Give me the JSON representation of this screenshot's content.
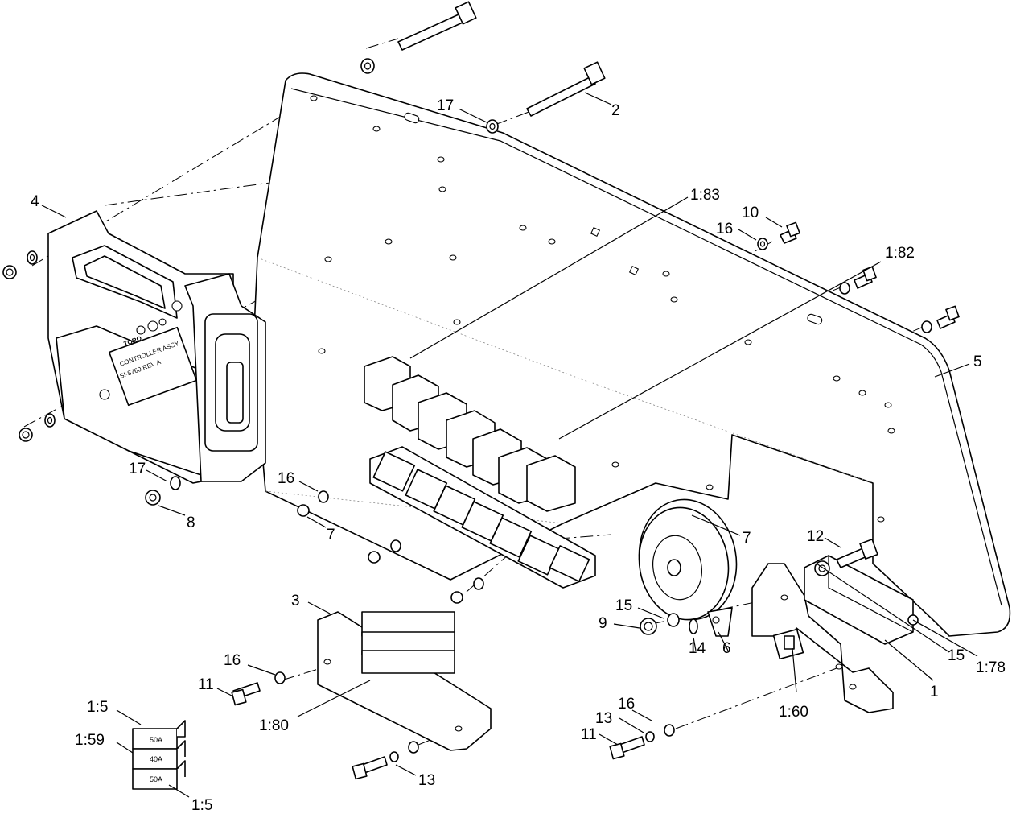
{
  "callouts": {
    "c2": "2",
    "c17_top": "17",
    "c4": "4",
    "c1_83": "1:83",
    "c10": "10",
    "c16_right": "16",
    "c1_82": "1:82",
    "c5": "5",
    "c17_left": "17",
    "c8": "8",
    "c16_mid": "16",
    "c7_left": "7",
    "c7_right": "7",
    "c12": "12",
    "c3": "3",
    "c15_a": "15",
    "c9": "9",
    "c14": "14",
    "c6": "6",
    "c15_b": "15",
    "c1_78": "1:78",
    "c1": "1",
    "c1_60": "1:60",
    "c16_low": "16",
    "c11_left": "11",
    "c1_80": "1:80",
    "c16_bottom": "16",
    "c13_a": "13",
    "c11_right": "11",
    "c13_b": "13",
    "c1_5_top": "1:5",
    "c1_59": "1:59",
    "c1_5_bottom": "1:5"
  },
  "controller_label": {
    "brand": "TORO",
    "line1": "CONTROLLER ASSY",
    "line2": "SI-8760  REV A"
  },
  "fuses": {
    "f1": "50A",
    "f2": "40A",
    "f3": "50A"
  }
}
